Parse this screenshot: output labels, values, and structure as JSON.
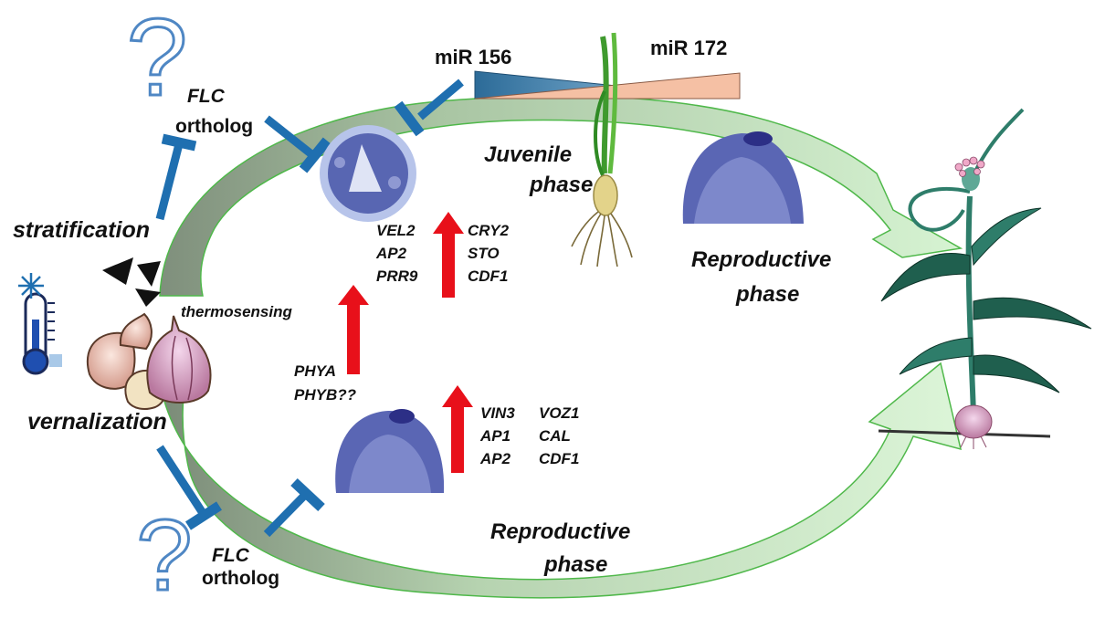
{
  "labels": {
    "mir156": "miR 156",
    "mir172": "miR 172",
    "flc_top_1": "FLC",
    "flc_top_2": "ortholog",
    "flc_bottom_1": "FLC",
    "flc_bottom_2": "ortholog",
    "juvenile_1": "Juvenile",
    "juvenile_2": "phase",
    "reproductive_right_1": "Reproductive",
    "reproductive_right_2": "phase",
    "reproductive_bottom_1": "Reproductive",
    "reproductive_bottom_2": "phase",
    "stratification": "stratification",
    "vernalization": "vernalization",
    "thermosensing": "thermosensing",
    "question_mark": "?"
  },
  "genes": {
    "upper_left": [
      "VEL2",
      "AP2",
      "PRR9"
    ],
    "upper_right": [
      "CRY2",
      "STO",
      "CDF1"
    ],
    "phy": [
      "PHYA",
      "PHYB??"
    ],
    "lower_left": [
      "VIN3",
      "AP1",
      "AP2"
    ],
    "lower_right": [
      "VOZ1",
      "CAL",
      "CDF1"
    ]
  },
  "icons": [
    "question-mark-icon",
    "thermometer-icon",
    "snowflake-icon",
    "seeds-icon",
    "garlic-bulbs-icon",
    "seedling-icon",
    "flowering-garlic-plant-icon",
    "shoot-apex-icon"
  ],
  "colors": {
    "inhibitor_blue": "#1f6fb0",
    "arrow_red": "#e8101a",
    "cycle_green_light": "#c7efc4",
    "cycle_green_edge": "#4fb84a",
    "cycle_gray": "#8c9a88",
    "mir156_wedge": "#2d6f9c",
    "mir172_wedge": "#f5c0a4"
  }
}
